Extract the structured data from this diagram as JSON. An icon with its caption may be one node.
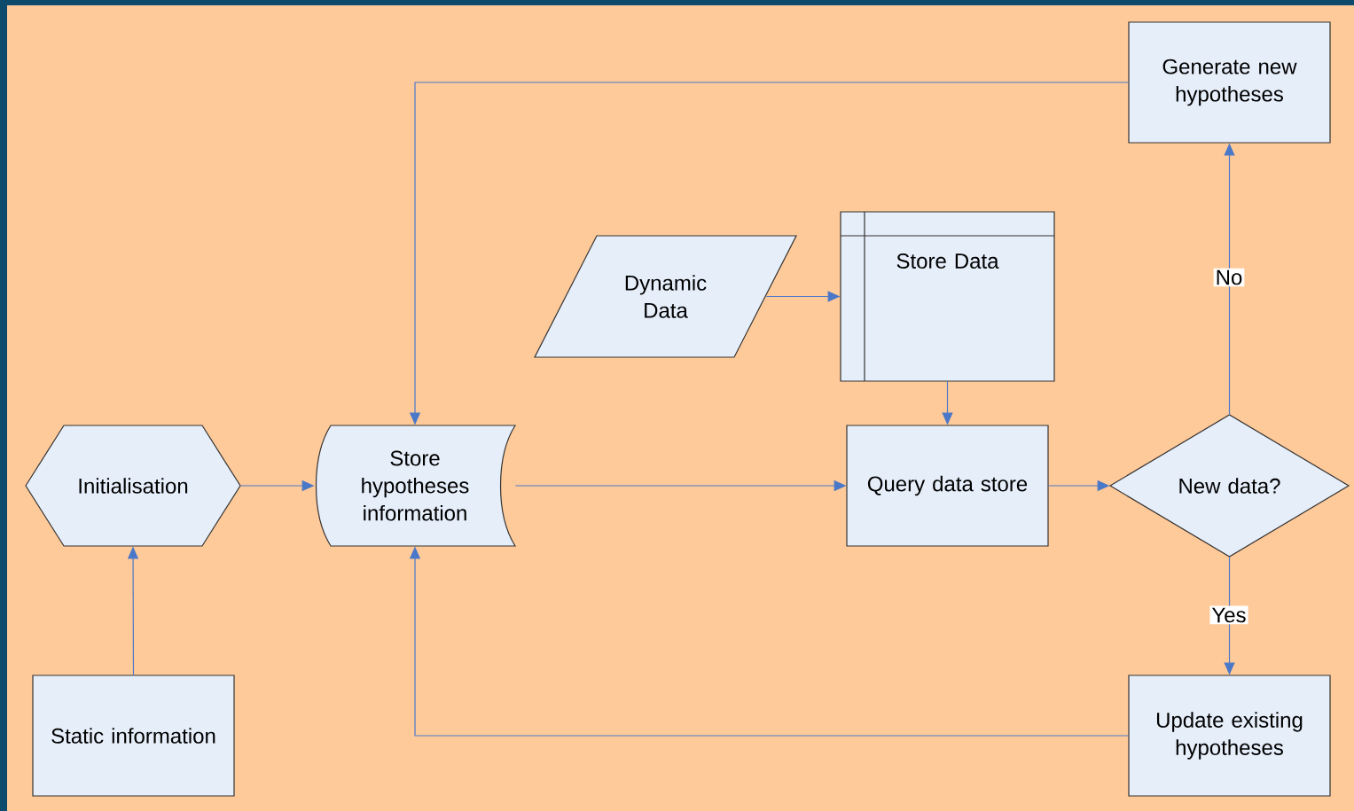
{
  "diagram": {
    "nodes": [
      {
        "text": [
          "Initialisation"
        ]
      },
      {
        "text": [
          "Store hypotheses information"
        ]
      },
      {
        "text": [
          "Dynamic Data"
        ]
      },
      {
        "text": [
          "Store Data"
        ]
      },
      {
        "text": [
          "Query data store"
        ]
      },
      {
        "text": [
          "New data?"
        ]
      },
      {
        "text": [
          "Generate new hypotheses"
        ]
      },
      {
        "text": [
          "Update existing hypotheses"
        ]
      },
      {
        "text": [
          "Static information"
        ]
      }
    ],
    "edges": [
      {
        "from": 8,
        "to": 0,
        "arrow": "to"
      },
      {
        "from": 0,
        "to": 1,
        "arrow": "to"
      },
      {
        "from": 1,
        "to": 4,
        "arrow": "to"
      },
      {
        "from": 2,
        "to": 3,
        "arrow": "to"
      },
      {
        "from": 3,
        "to": 4,
        "arrow": "to"
      },
      {
        "from": 4,
        "to": 5,
        "arrow": "to"
      },
      {
        "from": 5,
        "to": 6,
        "arrow": "to",
        "label": "No"
      },
      {
        "from": 5,
        "to": 7,
        "arrow": "to",
        "label": "Yes"
      },
      {
        "from": 6,
        "to": 1,
        "arrow": "to"
      },
      {
        "from": 7,
        "to": 1,
        "arrow": "to"
      }
    ]
  }
}
